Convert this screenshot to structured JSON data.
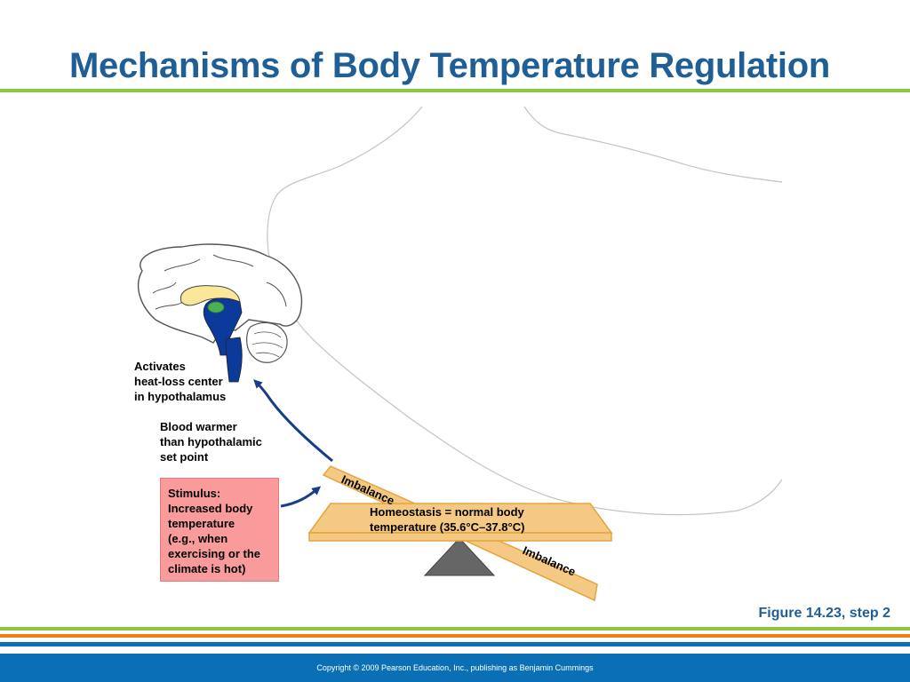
{
  "slide": {
    "title": "Mechanisms of Body Temperature Regulation",
    "figure_caption": "Figure 14.23, step 2",
    "copyright": "Copyright © 2009 Pearson Education, Inc., publishing as Benjamin Cummings"
  },
  "diagram": {
    "activates_lines": [
      "Activates",
      "heat-loss center",
      "in hypothalamus"
    ],
    "blood_lines": [
      "Blood warmer",
      "than hypothalamic",
      "set point"
    ],
    "stimulus_lines": [
      "Stimulus:",
      "Increased body",
      "temperature",
      "(e.g., when",
      "exercising or the",
      "climate is hot)"
    ],
    "homeostasis_lines": [
      "Homeostasis = normal body",
      "temperature (35.6°C–37.8°C)"
    ],
    "imbalance_top": "Imbalance",
    "imbalance_bottom": "Imbalance"
  },
  "colors": {
    "title": "#1f5f96",
    "rule_green": "#8dc63f",
    "rule_orange": "#f07d1e",
    "rule_blue": "#0b6fb5",
    "stimulus_fill": "#f99b9b",
    "board_fill": "#f4c983",
    "board_stroke": "#e8a33c",
    "arrow": "#1a3c8c",
    "fulcrum": "#666666"
  }
}
